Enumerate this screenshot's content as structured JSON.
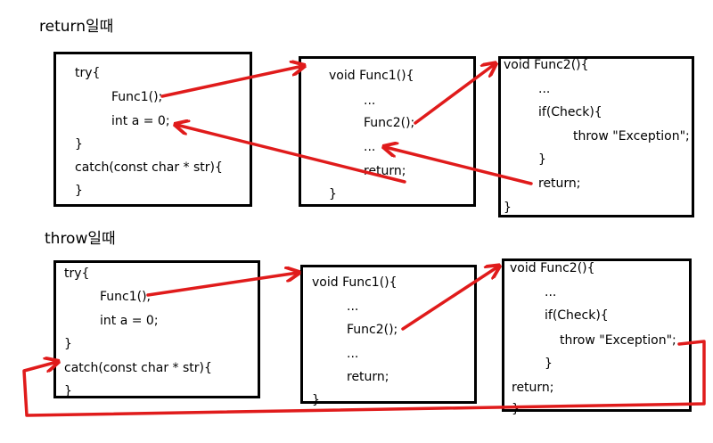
{
  "headings": {
    "return_case": "return일때",
    "throw_case": "throw일때"
  },
  "code": {
    "try_block": [
      "try{",
      "Func1();",
      "int a = 0;",
      "}",
      "catch(const char * str){",
      "}"
    ],
    "func1": [
      "void Func1(){",
      "...",
      "Func2();",
      "...",
      "return;",
      "}"
    ],
    "func2": [
      "void Func2(){",
      "...",
      "if(Check){",
      "throw \"Exception\";",
      "}",
      "return;",
      "}"
    ]
  },
  "colors": {
    "arrow": "#e01b1b",
    "box_border": "#000000"
  }
}
